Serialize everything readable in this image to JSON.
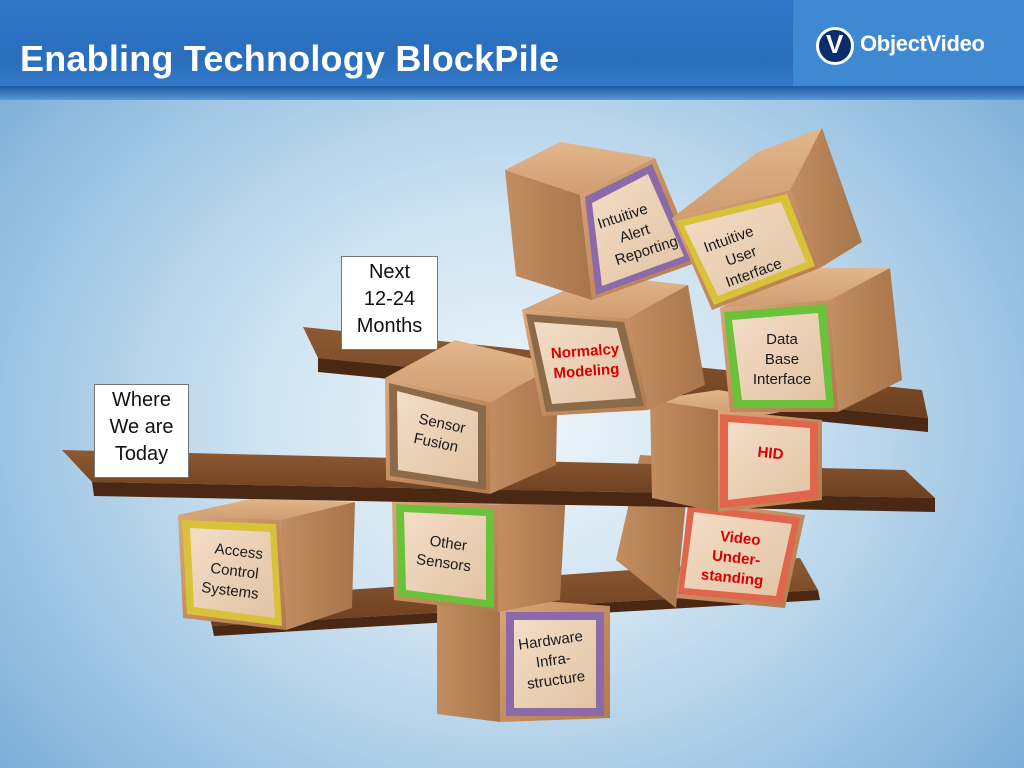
{
  "title": "Enabling Technology BlockPile",
  "logo": {
    "text": "ObjectVideo",
    "icon": "objectvideo-v-icon"
  },
  "labels": {
    "today": [
      "Where",
      "We are",
      "Today"
    ],
    "next": [
      "Next",
      "12-24",
      "Months"
    ]
  },
  "blocks": {
    "access_control": {
      "lines": [
        "Access",
        "Control",
        "Systems"
      ]
    },
    "other_sensors": {
      "lines": [
        "Other",
        "Sensors"
      ]
    },
    "hardware": {
      "lines": [
        "Hardware",
        "Infra-",
        "structure"
      ]
    },
    "video_understanding": {
      "lines": [
        "Video",
        "Under-",
        "standing"
      ]
    },
    "hid": {
      "lines": [
        "HID"
      ]
    },
    "sensor_fusion": {
      "lines": [
        "Sensor",
        "Fusion"
      ]
    },
    "normalcy": {
      "lines": [
        "Normalcy",
        "Modeling"
      ]
    },
    "database": {
      "lines": [
        "Data",
        "Base",
        "Interface"
      ]
    },
    "alert": {
      "lines": [
        "Intuitive",
        "Alert",
        "Reporting"
      ]
    },
    "user_interface": {
      "lines": [
        "Intuitive",
        "User",
        "Interface"
      ]
    }
  },
  "colors": {
    "title_bar": "#2f77c8",
    "wood": "#c99468",
    "shelf": "#7a4a28",
    "red_text": "#d90000",
    "frame_yellow": "#d8c23a",
    "frame_green": "#6cc13a",
    "frame_purple": "#8a6aa8",
    "frame_brown": "#8b6a4a",
    "frame_red": "#e0654a"
  }
}
